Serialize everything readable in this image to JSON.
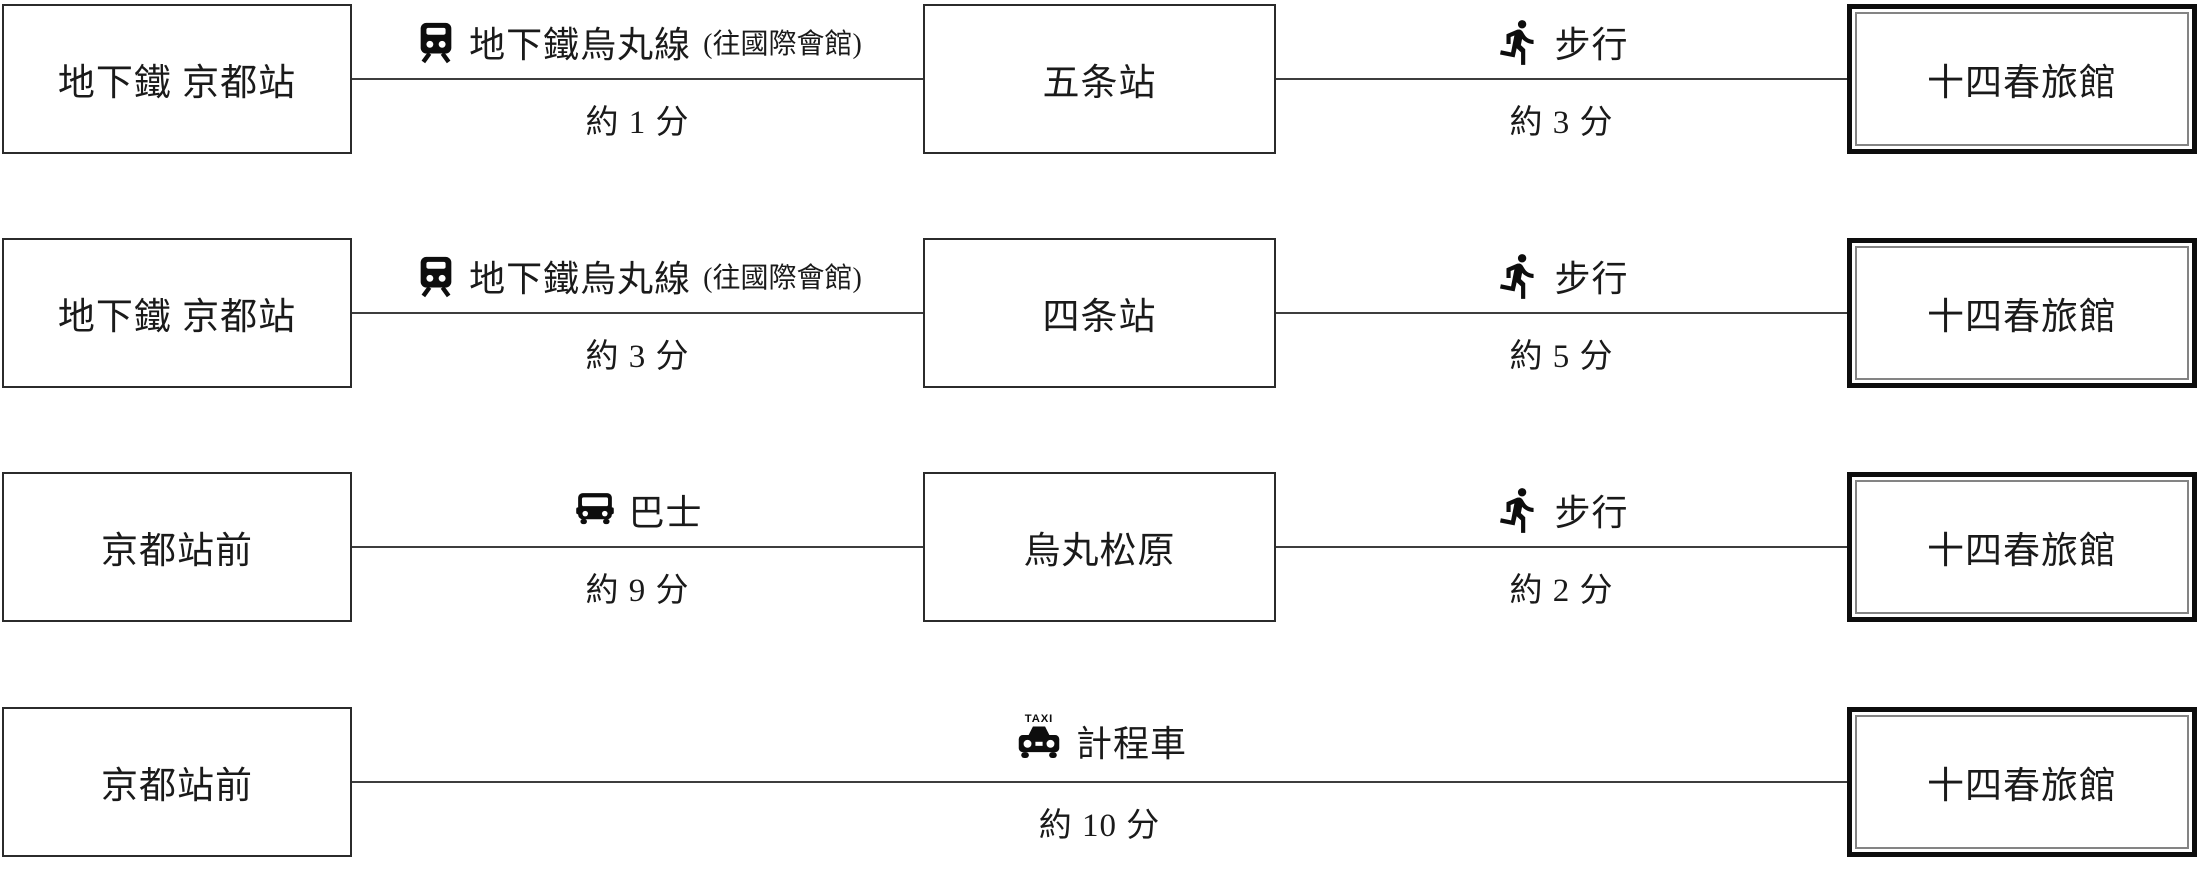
{
  "diagram": {
    "title": "access-routes-to-hotel",
    "hotel_name": "十四春旅館",
    "colors": {
      "background": "#ffffff",
      "text": "#1a1a1a",
      "line": "#3d3d3d",
      "box_border": "#2b2b2b",
      "hotel_outer_border": "#0d0d0d",
      "hotel_inner_border": "#848484"
    },
    "routes": [
      {
        "from": "地下鐵 京都站",
        "via": "五条站",
        "to": "十四春旅館",
        "legs": [
          {
            "icon": "train-icon",
            "mode": "地下鐵烏丸線",
            "note": "(往國際會館)",
            "duration": "約 1 分"
          },
          {
            "icon": "walk-icon",
            "mode": "步行",
            "duration": "約 3 分"
          }
        ]
      },
      {
        "from": "地下鐵 京都站",
        "via": "四条站",
        "to": "十四春旅館",
        "legs": [
          {
            "icon": "train-icon",
            "mode": "地下鐵烏丸線",
            "note": "(往國際會館)",
            "duration": "約 3 分"
          },
          {
            "icon": "walk-icon",
            "mode": "步行",
            "duration": "約 5 分"
          }
        ]
      },
      {
        "from": "京都站前",
        "via": "烏丸松原",
        "to": "十四春旅館",
        "legs": [
          {
            "icon": "bus-icon",
            "mode": "巴士",
            "duration": "約 9 分"
          },
          {
            "icon": "walk-icon",
            "mode": "步行",
            "duration": "約 2 分"
          }
        ]
      },
      {
        "from": "京都站前",
        "to": "十四春旅館",
        "legs": [
          {
            "icon": "taxi-icon",
            "mode": "計程車",
            "duration": "約 10 分"
          }
        ]
      }
    ]
  }
}
